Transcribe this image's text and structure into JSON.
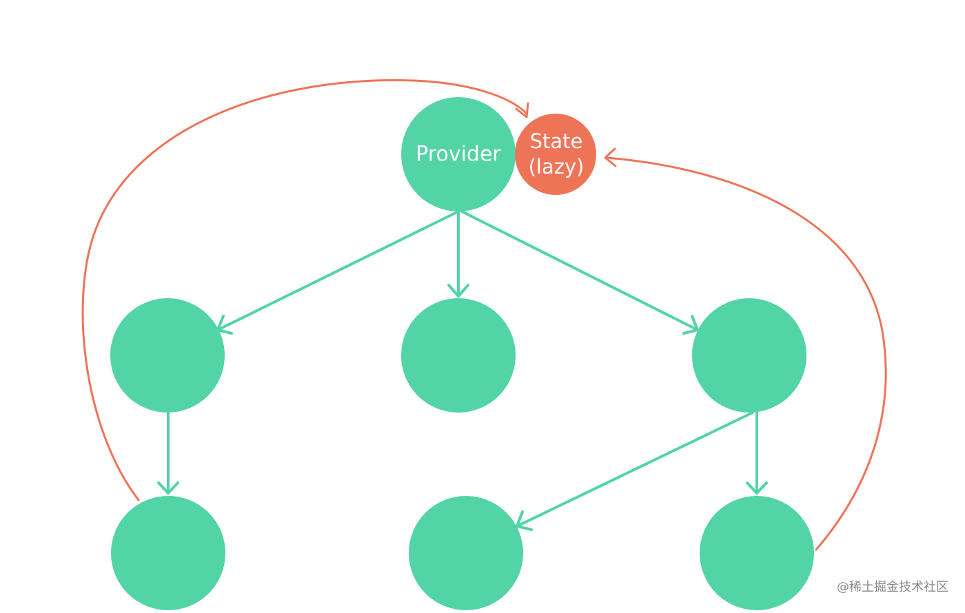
{
  "colors": {
    "node": "#52d4a6",
    "state": "#ee7458",
    "edge_green": "#52d4a6",
    "edge_red": "#ee7458",
    "label": "#ffffff",
    "background": "#ffffff"
  },
  "nodes": {
    "provider": {
      "label": "Provider"
    },
    "state": {
      "label_line1": "State",
      "label_line2": "(lazy)"
    },
    "child_left": {
      "label": ""
    },
    "child_middle": {
      "label": ""
    },
    "child_right": {
      "label": ""
    },
    "leaf_left": {
      "label": ""
    },
    "leaf_middle": {
      "label": ""
    },
    "leaf_right": {
      "label": ""
    }
  },
  "watermark": "@稀土掘金技术社区"
}
